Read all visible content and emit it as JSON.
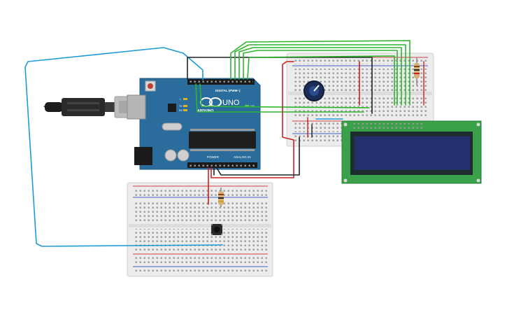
{
  "arduino": {
    "brand": "ARDUINO",
    "model": "UNO",
    "digital_label": "DIGITAL (PWM~)",
    "power_label": "POWER",
    "analog_label": "ANALOG IN",
    "on_label": "ON",
    "tx_label": "TX",
    "rx_label": "RX",
    "l_label": "L"
  },
  "components": {
    "usb_cable": "usb-cable",
    "potentiometer": "potentiometer",
    "lcd": "lcd-16x2",
    "pushbutton": "pushbutton",
    "resistor_top": "resistor",
    "resistor_bottom": "resistor"
  },
  "colors": {
    "board": "#2a6d9c",
    "board_dark": "#1f5a84",
    "wire_green": "#2db52d",
    "wire_red": "#d21e1e",
    "wire_black": "#222222",
    "wire_blue": "#1e9bd7",
    "lcd_pcb": "#3aa04a",
    "lcd_screen": "#24306e",
    "breadboard": "#eeeeee"
  }
}
